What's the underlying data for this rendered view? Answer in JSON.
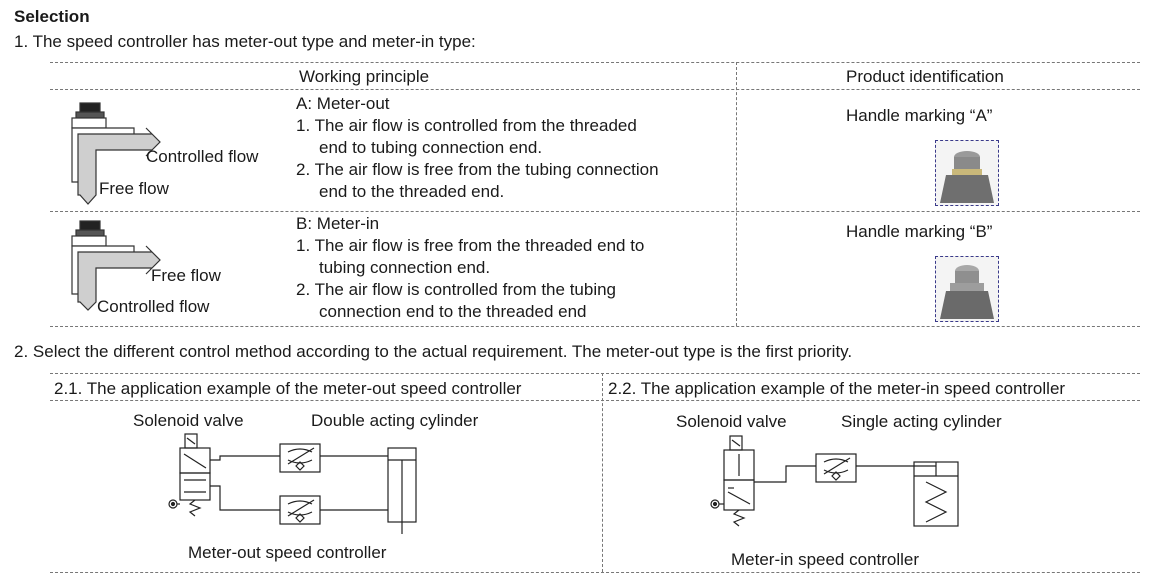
{
  "heading": "Selection",
  "item1": "1. The speed controller has meter-out type and meter-in type:",
  "table": {
    "col_principle": "Working principle",
    "col_product": "Product identification",
    "rowA": {
      "controlled_flow": "Controlled flow",
      "free_flow": "Free flow",
      "title": "A: Meter-out",
      "l1": "1. The air flow is controlled from the threaded",
      "l2": "end to tubing connection end.",
      "l3": "2. The air flow is free from the tubing connection",
      "l4": "end to the threaded end.",
      "marking": "Handle marking “A”"
    },
    "rowB": {
      "free_flow": "Free flow",
      "controlled_flow": "Controlled flow",
      "title": "B: Meter-in",
      "l1": "1. The air flow is free from the threaded end to",
      "l2": "tubing connection end.",
      "l3": "2. The air flow is controlled from the tubing",
      "l4": "connection end to the threaded end",
      "marking": "Handle marking “B”"
    }
  },
  "item2": "2. Select the different control method according to the actual requirement. The meter-out type is the first priority.",
  "example1": {
    "title": "2.1.  The application example of the meter-out speed controller",
    "valve": "Solenoid valve",
    "cylinder": "Double acting cylinder",
    "caption": "Meter-out speed controller"
  },
  "example2": {
    "title": "2.2.  The application example of the meter-in speed controller",
    "valve": "Solenoid valve",
    "cylinder": "Single acting cylinder",
    "caption": "Meter-in speed controller"
  }
}
